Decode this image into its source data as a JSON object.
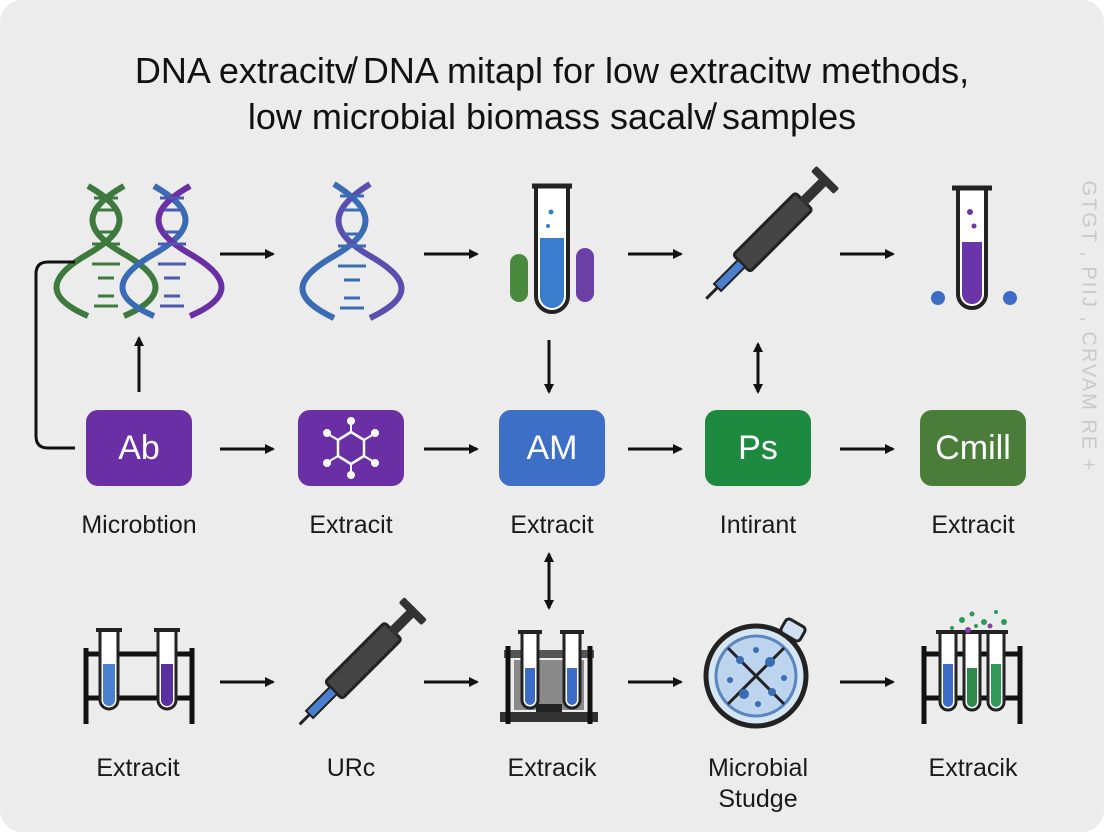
{
  "title": {
    "line1": "DNA extracitv̸ DNA mitapl for low extracitw methods,",
    "line2": "low microbial biomass sacalv̸ samples"
  },
  "side_text": "GTGT , PIIJ , CRVAM RE +",
  "boxes": [
    {
      "id": "ab",
      "text": "Ab",
      "color": "#6a2fa4"
    },
    {
      "id": "molecule",
      "text": "",
      "color": "#6a2fa4"
    },
    {
      "id": "am",
      "text": "AM",
      "color": "#3d6fc6"
    },
    {
      "id": "ps",
      "text": "Ps",
      "color": "#1e8a3f"
    },
    {
      "id": "cmill",
      "text": "Cmill",
      "color": "#4a7d3a"
    }
  ],
  "middle_labels": [
    "Microbtion",
    "Extracit",
    "Extracit",
    "Intirant",
    "Extracit"
  ],
  "bottom_labels": [
    "Extracit",
    "URc",
    "Extracik",
    "Microbial\nStudge",
    "Extracik"
  ],
  "icons": {
    "top": [
      "dna-double-helix-icon",
      "dna-helix-icon",
      "test-tubes-icon",
      "syringe-icon",
      "test-tube-icon"
    ],
    "bottom": [
      "tube-rack-icon",
      "syringe-icon",
      "tube-rack-icon",
      "petri-dish-icon",
      "tube-rack-icon"
    ]
  },
  "colors": {
    "purple": "#6a2fa4",
    "blue": "#3d6fc6",
    "green": "#1e8a3f",
    "dark_green": "#4a7d3a",
    "helix_green": "#3e7a3e",
    "helix_blue": "#3a6cb5"
  }
}
